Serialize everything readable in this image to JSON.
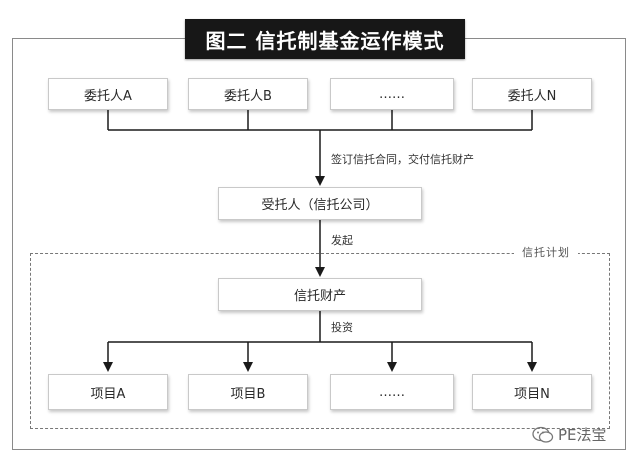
{
  "title": "图二  信托制基金运作模式",
  "trustors": [
    "委托人A",
    "委托人B",
    "……",
    "委托人N"
  ],
  "edge_sign": "签订信托合同，交付信托财产",
  "trustee": "受托人（信托公司）",
  "edge_issue": "发起",
  "plan_label": "信托计划",
  "trust_property": "信托财产",
  "edge_invest": "投资",
  "projects": [
    "项目A",
    "项目B",
    "……",
    "项目N"
  ],
  "watermark": "PE法宝",
  "colors": {
    "banner_bg": "#171717",
    "line": "#1a1a1a",
    "dashed_border": "#777777"
  }
}
